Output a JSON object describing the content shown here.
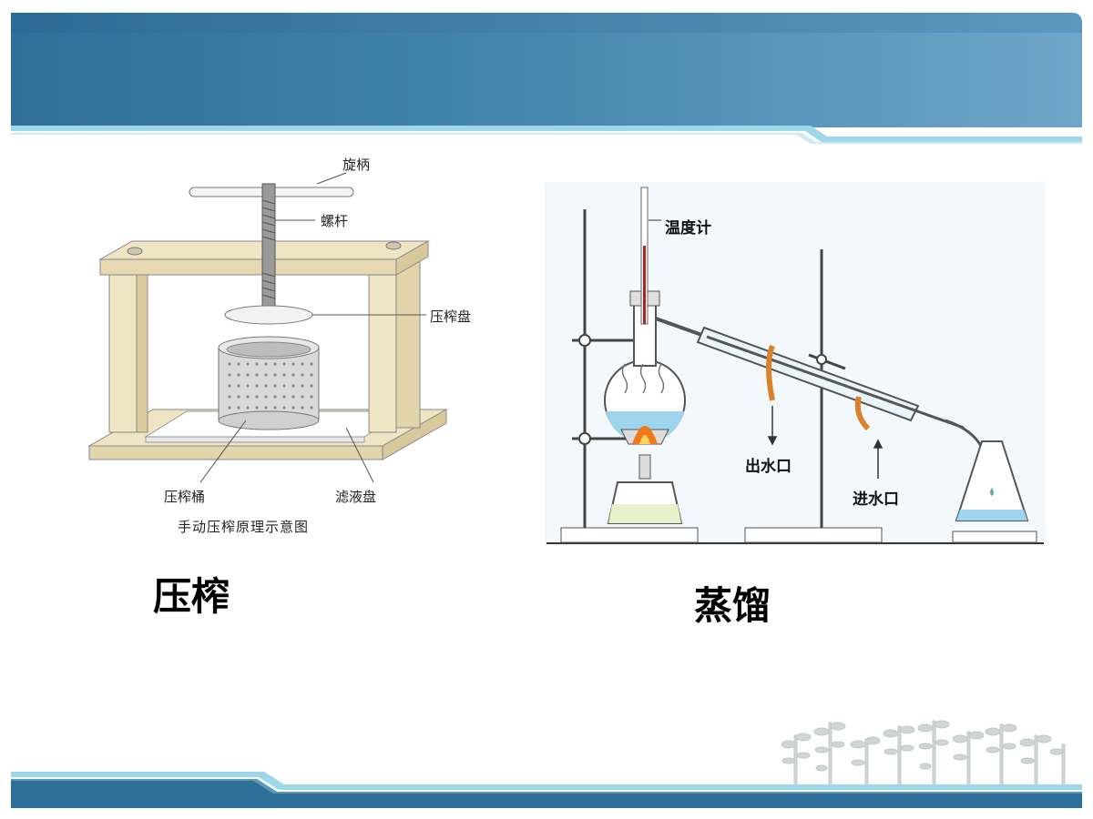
{
  "colors": {
    "header_dark": "#2f6f98",
    "header_light": "#6ea6c8",
    "stripe_light": "#8fd0e6",
    "footer_dark": "#2f6f98",
    "wood": "#efe4c4",
    "glass_water": "#9fd4ee",
    "flame": "#f07a1a",
    "hose": "#d9822b"
  },
  "press": {
    "label_handle": "旋柄",
    "label_screw": "螺杆",
    "label_plate": "压榨盘",
    "label_barrel": "压榨桶",
    "label_tray": "滤液盘",
    "diagram_title": "手动压榨原理示意图",
    "caption": "压榨"
  },
  "distill": {
    "label_thermometer": "温度计",
    "label_outlet": "出水口",
    "label_inlet": "进水口",
    "caption": "蒸馏"
  },
  "icons": {
    "decor": "plant-sprouts-icon"
  }
}
